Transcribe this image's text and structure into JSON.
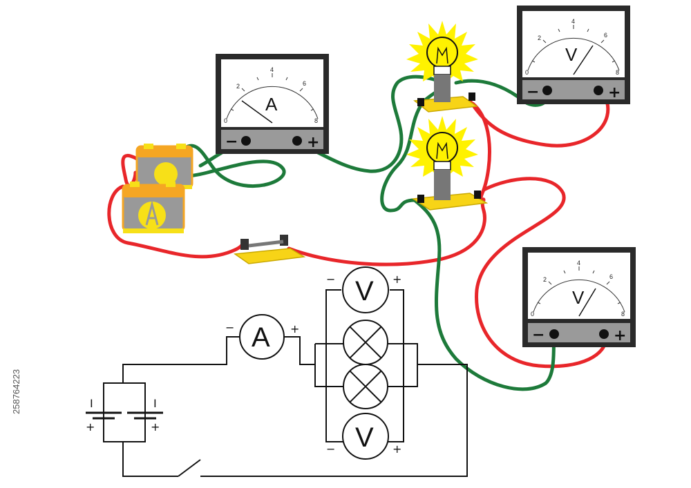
{
  "colors": {
    "wire_red": "#e8262a",
    "wire_green": "#1d7a3a",
    "meter_body": "#2a2a2a",
    "meter_panel": "#9a9a9a",
    "battery_orange": "#f5a623",
    "battery_yellow": "#f7e018",
    "bulb_yellow": "#fff200",
    "switch_yellow": "#f7d417"
  },
  "ammeter": {
    "letter": "A",
    "scale": [
      "0",
      "2",
      "4",
      "6",
      "8"
    ],
    "minus": "−",
    "plus": "+"
  },
  "voltmeter_top": {
    "letter": "V",
    "scale": [
      "0",
      "2",
      "4",
      "6",
      "8"
    ],
    "minus": "−",
    "plus": "+"
  },
  "voltmeter_bottom": {
    "letter": "V",
    "scale": [
      "0",
      "2",
      "4",
      "6",
      "8"
    ],
    "minus": "−",
    "plus": "+"
  },
  "schematic": {
    "ammeter_letter": "A",
    "voltmeter_letter": "V",
    "minus": "−",
    "plus": "+",
    "battery_minus": "I",
    "battery_plus": "+"
  },
  "watermark": {
    "stock_id": "258764223"
  }
}
